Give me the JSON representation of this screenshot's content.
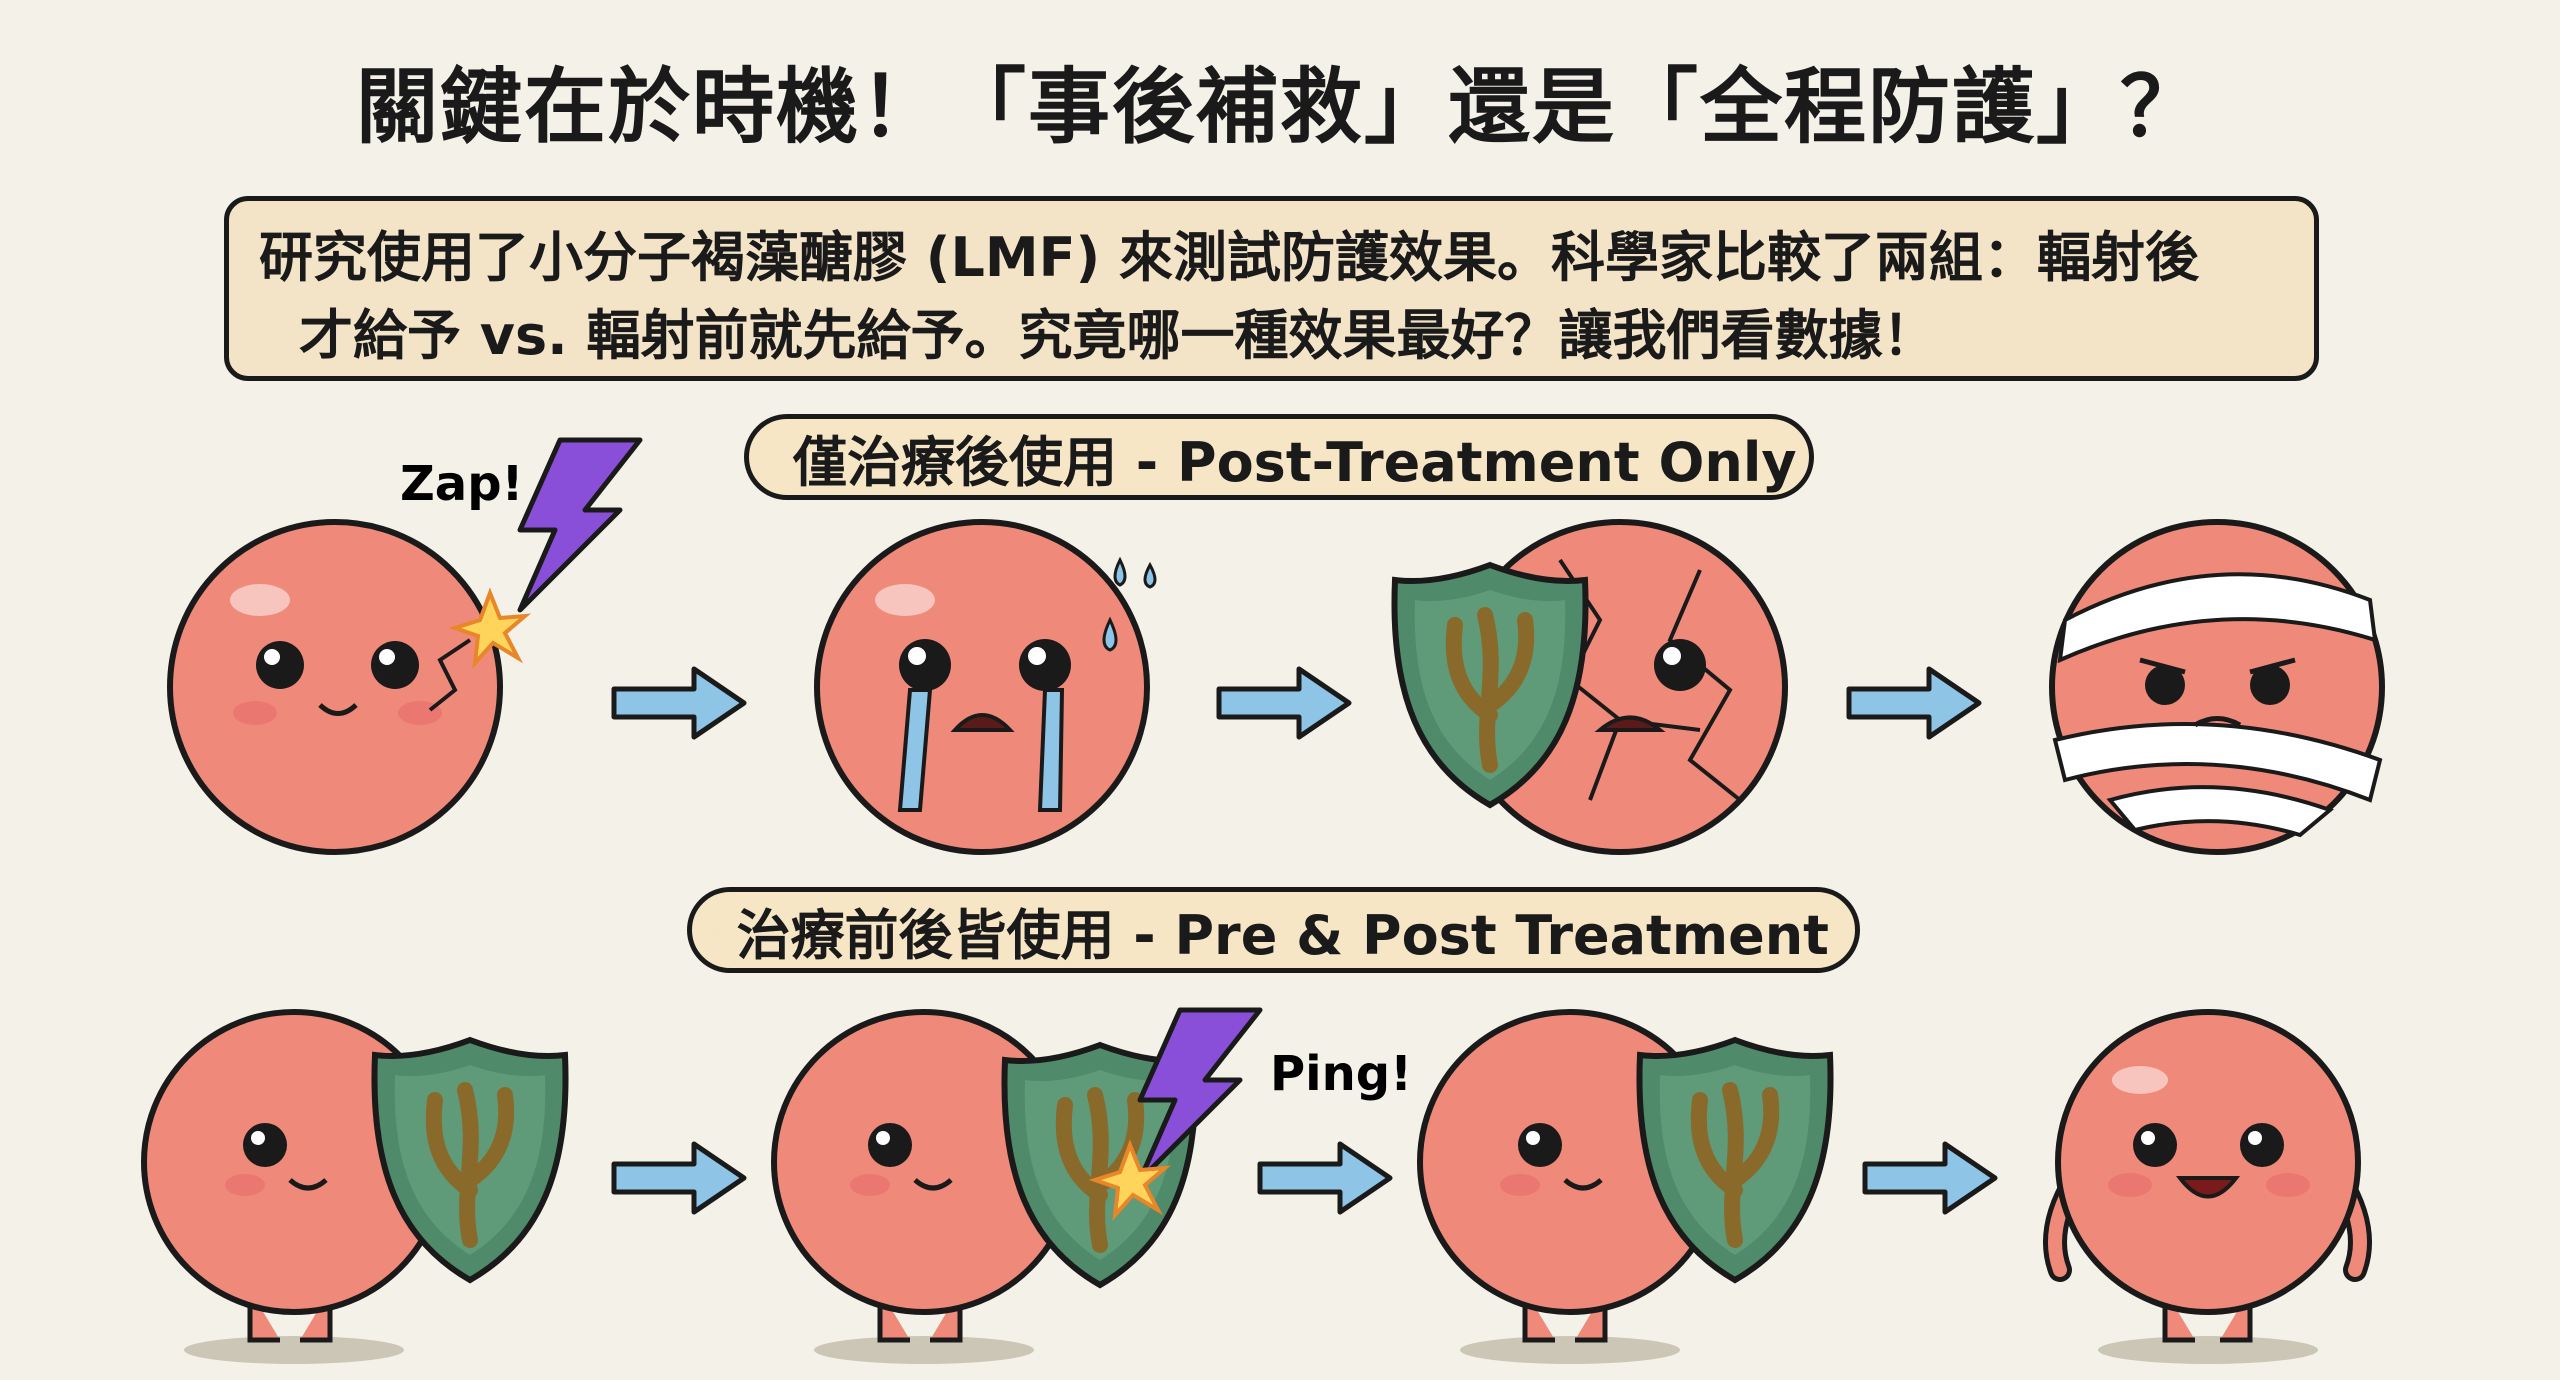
{
  "title": "關鍵在於時機！「事後補救」還是「全程防護」？",
  "intro": {
    "line1": "研究使用了小分子褐藻醣膠 (LMF) 來測試防護效果。科學家比較了兩組：輻射後",
    "line2": "才給予 vs. 輻射前就先給予。究竟哪一種效果最好？讓我們看數據！"
  },
  "row1": {
    "label": "僅治療後使用 - Post-Treatment Only",
    "sound": "Zap!"
  },
  "row2": {
    "label": "治療前後皆使用 - Pre & Post Treatment",
    "sound": "Ping!"
  },
  "colors": {
    "cell": "#ef8a7a",
    "shield": "#4f8a6a",
    "arrow": "#8ec4e6",
    "bolt": "#8a4fd8",
    "label_bg": "#f6e6c6"
  }
}
